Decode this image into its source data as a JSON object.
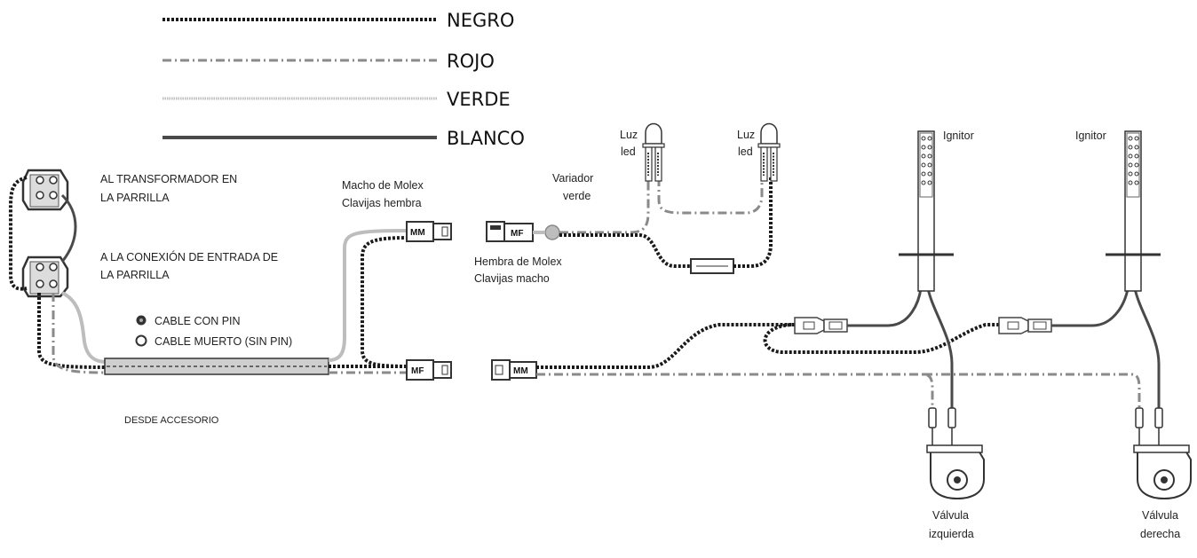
{
  "legend": [
    {
      "label": "NEGRO",
      "style": "black-dotted",
      "color": "#1a1a1a"
    },
    {
      "label": "ROJO",
      "style": "dash-dot",
      "color": "#8a8a8a"
    },
    {
      "label": "VERDE",
      "style": "fine-dotted",
      "color": "#bdbdbd"
    },
    {
      "label": "BLANCO",
      "style": "solid",
      "color": "#4a4a4a"
    }
  ],
  "labels": {
    "transformer_1": "AL TRANSFORMADOR EN",
    "transformer_2": "LA PARRILLA",
    "grill_input_1": "A LA CONEXIÓN DE ENTRADA DE",
    "grill_input_2": "LA PARRILLA",
    "pin_cable": "CABLE CON PIN",
    "dead_cable": "CABLE MUERTO (SIN PIN)",
    "from_accessory": "DESDE ACCESORIO",
    "molex_male_1": "Macho de Molex",
    "molex_male_2": "Clavijas hembra",
    "molex_female_1": "Hembra de Molex",
    "molex_female_2": "Clavijas macho",
    "dimmer_1": "Variador",
    "dimmer_2": "verde",
    "led_left_1": "Luz",
    "led_left_2": "led",
    "led_right_1": "Luz",
    "led_right_2": "led",
    "ignitor_left": "Ignitor",
    "ignitor_right": "Ignitor",
    "valve_left_1": "Válvula",
    "valve_left_2": "izquierda",
    "valve_right_1": "Válvula",
    "valve_right_2": "derecha"
  },
  "connectors": {
    "mm_top": "MM",
    "mf_bottom": "MF",
    "mf_mid": "MF",
    "mm_mid": "MM"
  },
  "colors": {
    "black_wire": "#1a1a1a",
    "red_wire": "#8a8a8a",
    "green_wire": "#bdbdbd",
    "white_wire": "#4a4a4a"
  }
}
